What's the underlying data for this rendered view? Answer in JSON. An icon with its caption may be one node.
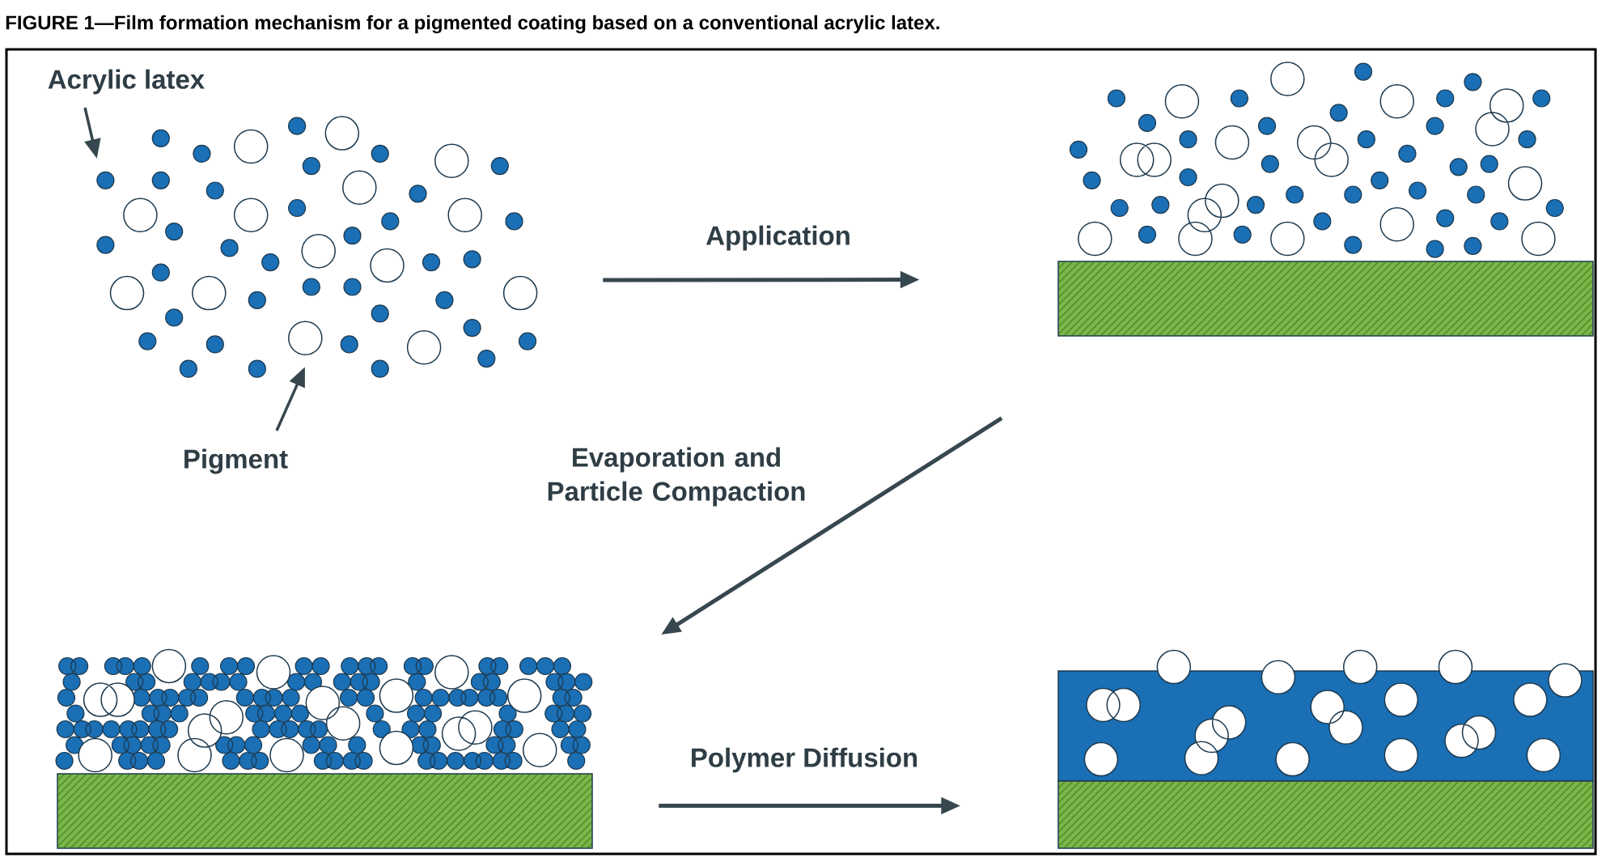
{
  "diagram": {
    "title": "FIGURE 1—Film formation mechanism for a pigmented coating based on a conventional acrylic latex.",
    "nodes": [
      {
        "text": [],
        "shape": "picture"
      },
      {
        "text": [],
        "shape": "picture"
      },
      {
        "text": [],
        "shape": "picture"
      },
      {
        "text": [],
        "shape": "picture"
      },
      {
        "text": [
          "Acrylic latex"
        ]
      },
      {
        "text": [
          "Pigment"
        ]
      }
    ],
    "edges": [
      {
        "from": 0,
        "to": 1,
        "arrow": "to",
        "label": "Application"
      },
      {
        "from": 1,
        "to": 2,
        "arrow": "to",
        "label": "Evaporation and Particle Compaction"
      },
      {
        "from": 2,
        "to": 3,
        "arrow": "to",
        "label": "Polymer Diffusion"
      },
      {
        "from": 4,
        "to": 0,
        "arrow": "to"
      },
      {
        "from": 5,
        "to": 0,
        "arrow": "to"
      }
    ]
  }
}
